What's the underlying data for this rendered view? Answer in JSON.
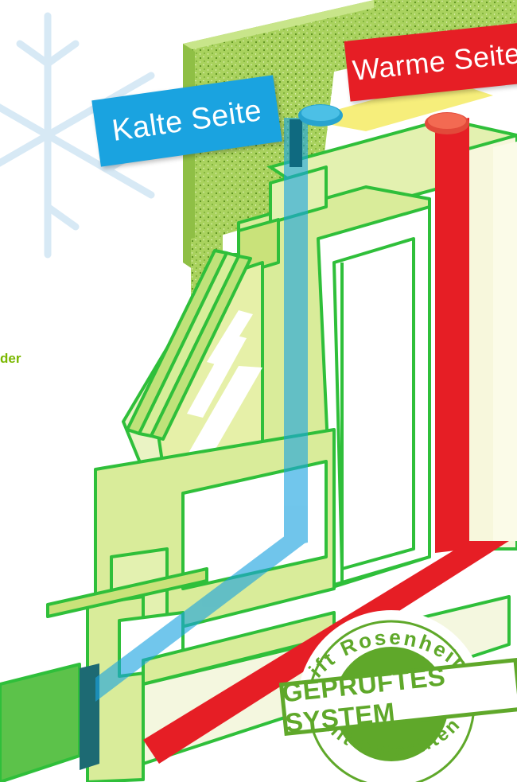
{
  "labels": {
    "cold_side": "Kalte Seite",
    "warm_side": "Warme Seite",
    "partial_text": "der"
  },
  "seal": {
    "top_arc": "ift Rosenheim",
    "band": "GEPRÜFTES SYSTEM",
    "bottom_arc": "mit Gutachten"
  },
  "colors": {
    "cold": "#1aa3e0",
    "warm": "#e61e25",
    "frame_green": "#2fbf3a",
    "panel_light": "#d9ec9a",
    "wall": "#a6d05c",
    "seal_green": "#5fa82a"
  }
}
